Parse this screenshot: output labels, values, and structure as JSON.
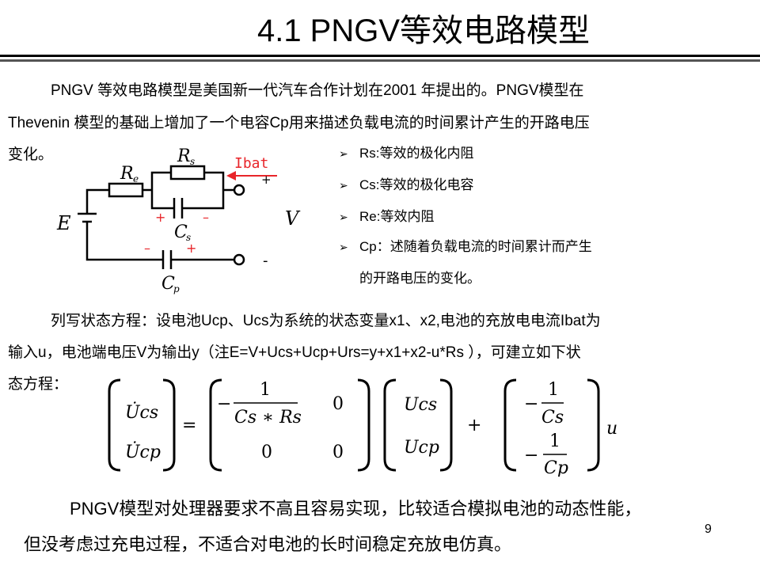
{
  "title": "4.1  PNGV等效电路模型",
  "intro": {
    "line1": "PNGV 等效电路模型是美国新一代汽车合作计划在2001 年提出的。PNGV模型在",
    "line2": "Thevenin 模型的基础上增加了一个电容Cp用来描述负载电流的时间累计产生的开路电压",
    "line3": "变化。"
  },
  "circuit": {
    "E": "E",
    "Re": "R",
    "Re_sub": "e",
    "Rs": "R",
    "Rs_sub": "s",
    "Cs": "C",
    "Cs_sub": "s",
    "Cp": "C",
    "Cp_sub": "p",
    "Ibat": "Ibat",
    "V": "V",
    "plus": "+",
    "minus": "–",
    "term_plus": "+",
    "term_minus": "-",
    "accent_color": "#e8252a"
  },
  "bullets": [
    {
      "text": "Rs:等效的极化内阻"
    },
    {
      "text": "Cs:等效的极化电容"
    },
    {
      "text": "Re:等效内阻"
    },
    {
      "text": "Cp：述随着负载电流的时间累计而产生"
    },
    {
      "text": "的开路电压的变化。",
      "continuation": true
    }
  ],
  "state_text": {
    "line1": "列写状态方程：设电池Ucp、Ucs为系统的状态变量x1、x2,电池的充放电电流Ibat为",
    "line2": "输入u，电池端电压V为输出y（注E=V+Ucs+Ucp+Urs=y+x1+x2-u*Rs ），可建立如下状",
    "line3": "态方程："
  },
  "equation": {
    "lhs": [
      "U̇cs",
      "U̇cp"
    ],
    "equals": "=",
    "A": {
      "a11_num": "1",
      "a11_den": "Cs ∗ Rs",
      "a11_sign": "−",
      "a12": "0",
      "a21": "0",
      "a22": "0"
    },
    "x": [
      "Ucs",
      "Ucp"
    ],
    "plus": "+",
    "B": {
      "b1_sign": "−",
      "b1_num": "1",
      "b1_den": "Cs",
      "b2_sign": "−",
      "b2_num": "1",
      "b2_den": "Cp"
    },
    "u": "u"
  },
  "conclusion": {
    "line1": "PNGV模型对处理器要求不高且容易实现，比较适合模拟电池的动态性能，",
    "line2": "但没考虑过充电过程，不适合对电池的长时间稳定充放电仿真。"
  },
  "page_number": "9"
}
